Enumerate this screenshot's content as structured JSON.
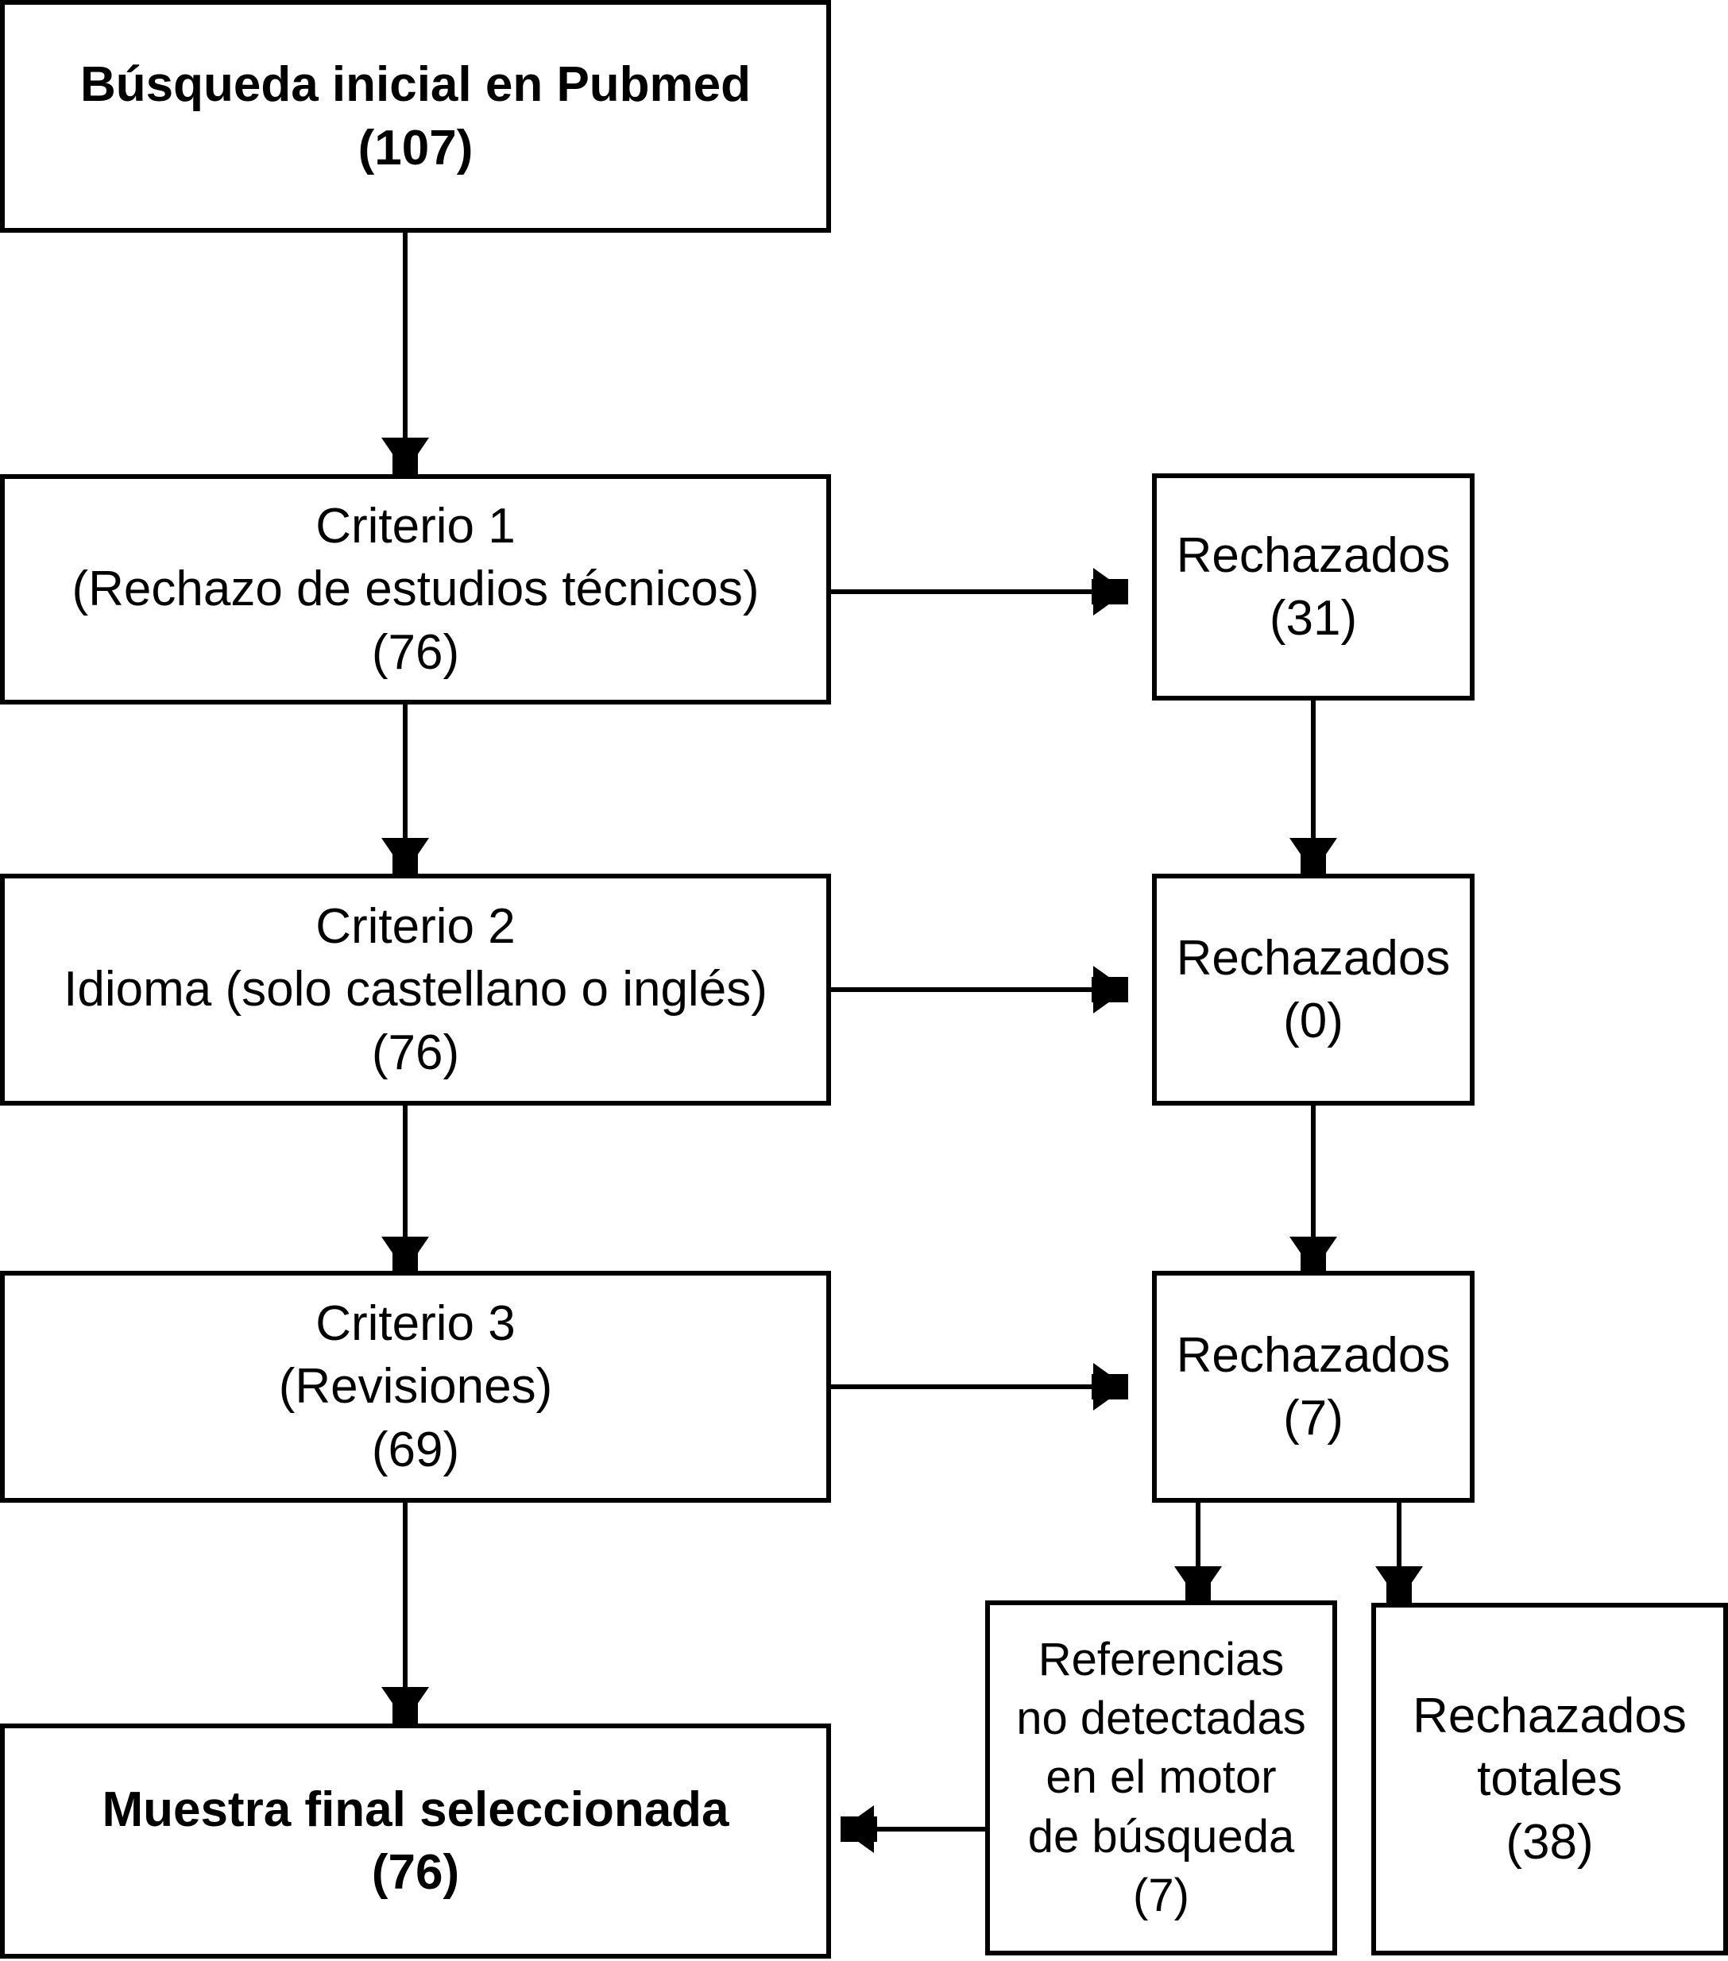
{
  "diagram": {
    "type": "flowchart",
    "language": "es",
    "title": "Diagrama de flujo de seleccion de estudios",
    "stroke_color": "#000000",
    "fill_color": "#ffffff",
    "nodes": [
      {
        "id": "pubmed",
        "lines": [
          "Búsqueda inicial en Pubmed",
          "(107)"
        ],
        "count": 107,
        "bold": true
      },
      {
        "id": "criterio1",
        "lines": [
          "Criterio 1",
          "(Rechazo de estudios técnicos)",
          "(76)"
        ],
        "count": 76,
        "bold": false
      },
      {
        "id": "criterio2",
        "lines": [
          "Criterio 2",
          "Idioma (solo castellano o inglés)",
          "(76)"
        ],
        "count": 76,
        "bold": false
      },
      {
        "id": "criterio3",
        "lines": [
          "Criterio 3",
          "(Revisiones)",
          "(69)"
        ],
        "count": 69,
        "bold": false
      },
      {
        "id": "muestra",
        "lines": [
          "Muestra final seleccionada",
          "(76)"
        ],
        "count": 76,
        "bold": true
      },
      {
        "id": "rechazados1",
        "lines": [
          "Rechazados",
          "(31)"
        ],
        "count": 31,
        "bold": false
      },
      {
        "id": "rechazados2",
        "lines": [
          "Rechazados",
          "(0)"
        ],
        "count": 0,
        "bold": false
      },
      {
        "id": "rechazados3",
        "lines": [
          "Rechazados",
          "(7)"
        ],
        "count": 7,
        "bold": false
      },
      {
        "id": "referencias",
        "lines": [
          "Referencias",
          "no detectadas",
          "en el motor",
          "de búsqueda",
          "(7)"
        ],
        "count": 7,
        "bold": false
      },
      {
        "id": "totales",
        "lines": [
          "Rechazados",
          "totales",
          "(38)"
        ],
        "count": 38,
        "bold": false
      }
    ],
    "edges": [
      {
        "id": "e1",
        "from": "pubmed",
        "to": "criterio1",
        "direction": "down"
      },
      {
        "id": "e2",
        "from": "criterio1",
        "to": "rechazados1",
        "direction": "right"
      },
      {
        "id": "e3",
        "from": "criterio1",
        "to": "criterio2",
        "direction": "down"
      },
      {
        "id": "e4",
        "from": "rechazados1",
        "to": "rechazados2",
        "direction": "down"
      },
      {
        "id": "e5",
        "from": "criterio2",
        "to": "rechazados2",
        "direction": "right"
      },
      {
        "id": "e6",
        "from": "criterio2",
        "to": "criterio3",
        "direction": "down"
      },
      {
        "id": "e7",
        "from": "rechazados2",
        "to": "rechazados3",
        "direction": "down"
      },
      {
        "id": "e8",
        "from": "criterio3",
        "to": "rechazados3",
        "direction": "right"
      },
      {
        "id": "e9",
        "from": "criterio3",
        "to": "muestra",
        "direction": "down"
      },
      {
        "id": "e10",
        "from": "rechazados3",
        "to": "referencias",
        "direction": "down"
      },
      {
        "id": "e11",
        "from": "rechazados3",
        "to": "totales",
        "direction": "down"
      },
      {
        "id": "e12",
        "from": "referencias",
        "to": "muestra",
        "direction": "left"
      }
    ]
  }
}
